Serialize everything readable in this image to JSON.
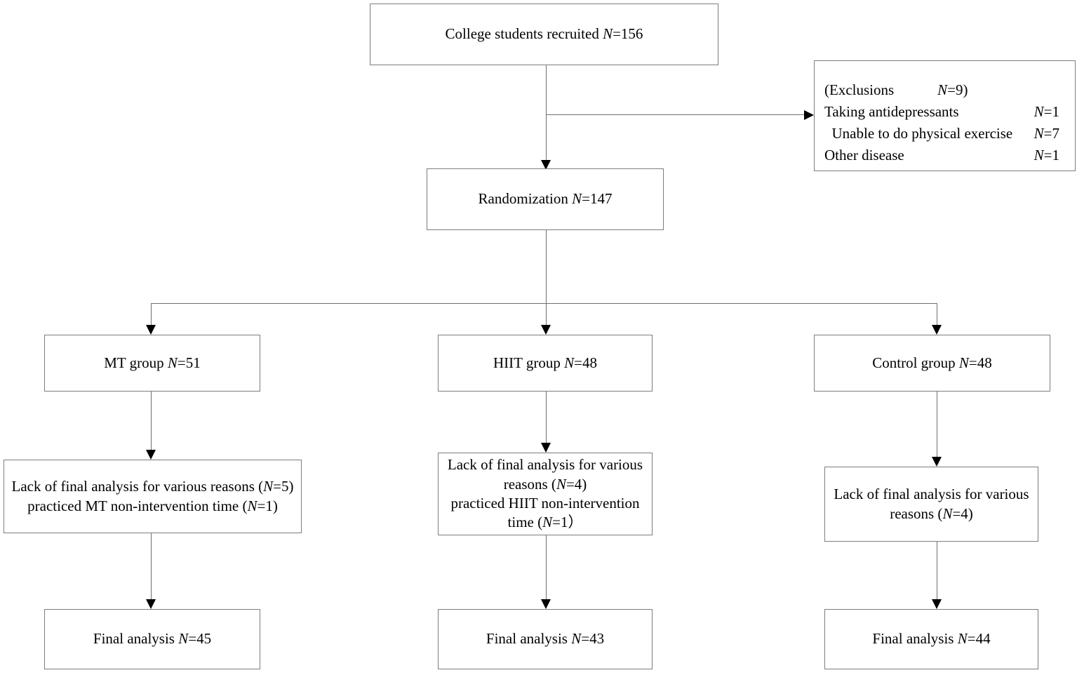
{
  "diagram": {
    "type": "CONSORT participant flow chart",
    "nodes": {
      "recruited": {
        "text": "College students recruited  N=156",
        "label": "College students recruited",
        "n": "N=156"
      },
      "exclusions": {
        "title": "(Exclusions",
        "title_n": "N=9)",
        "rows": [
          {
            "label": "Taking antidepressants",
            "n": "N=1"
          },
          {
            "label": "  Unable to do physical exercise",
            "n": "N=7"
          },
          {
            "label": "Other disease",
            "n": "N=1"
          }
        ]
      },
      "randomization": {
        "text": "Randomization  N=147",
        "label": "Randomization",
        "n": "N=147"
      },
      "mt_group": {
        "text": "MT group  N=51",
        "label": "MT group",
        "n": "N=51"
      },
      "hiit_group": {
        "text": "HIIT group  N=48",
        "label": "HIIT group",
        "n": "N=48"
      },
      "control_group": {
        "text": "Control group  N=48",
        "label": "Control group",
        "n": "N=48"
      },
      "mt_lack": {
        "text": "Lack of final analysis for various reasons (N=5)\npracticed MT non-intervention time (N=1)"
      },
      "hiit_lack": {
        "text": "Lack of final analysis for various\nreasons  (N=4)\npracticed HIIT non-intervention\ntime (N=1）"
      },
      "control_lack": {
        "text": "Lack of final analysis for various\nreasons (N=4)"
      },
      "mt_final": {
        "text": "Final analysis  N=45",
        "label": "Final analysis",
        "n": "N=45"
      },
      "hiit_final": {
        "text": "Final analysis  N=43",
        "label": "Final analysis",
        "n": "N=43"
      },
      "control_final": {
        "text": "Final analysis  N=44",
        "label": "Final analysis",
        "n": "N=44"
      }
    },
    "colors": {
      "box_border": "#7d7d7d",
      "connector": "#6f6f6f",
      "arrowhead": "#000000",
      "background": "#ffffff",
      "text": "#000000"
    }
  }
}
